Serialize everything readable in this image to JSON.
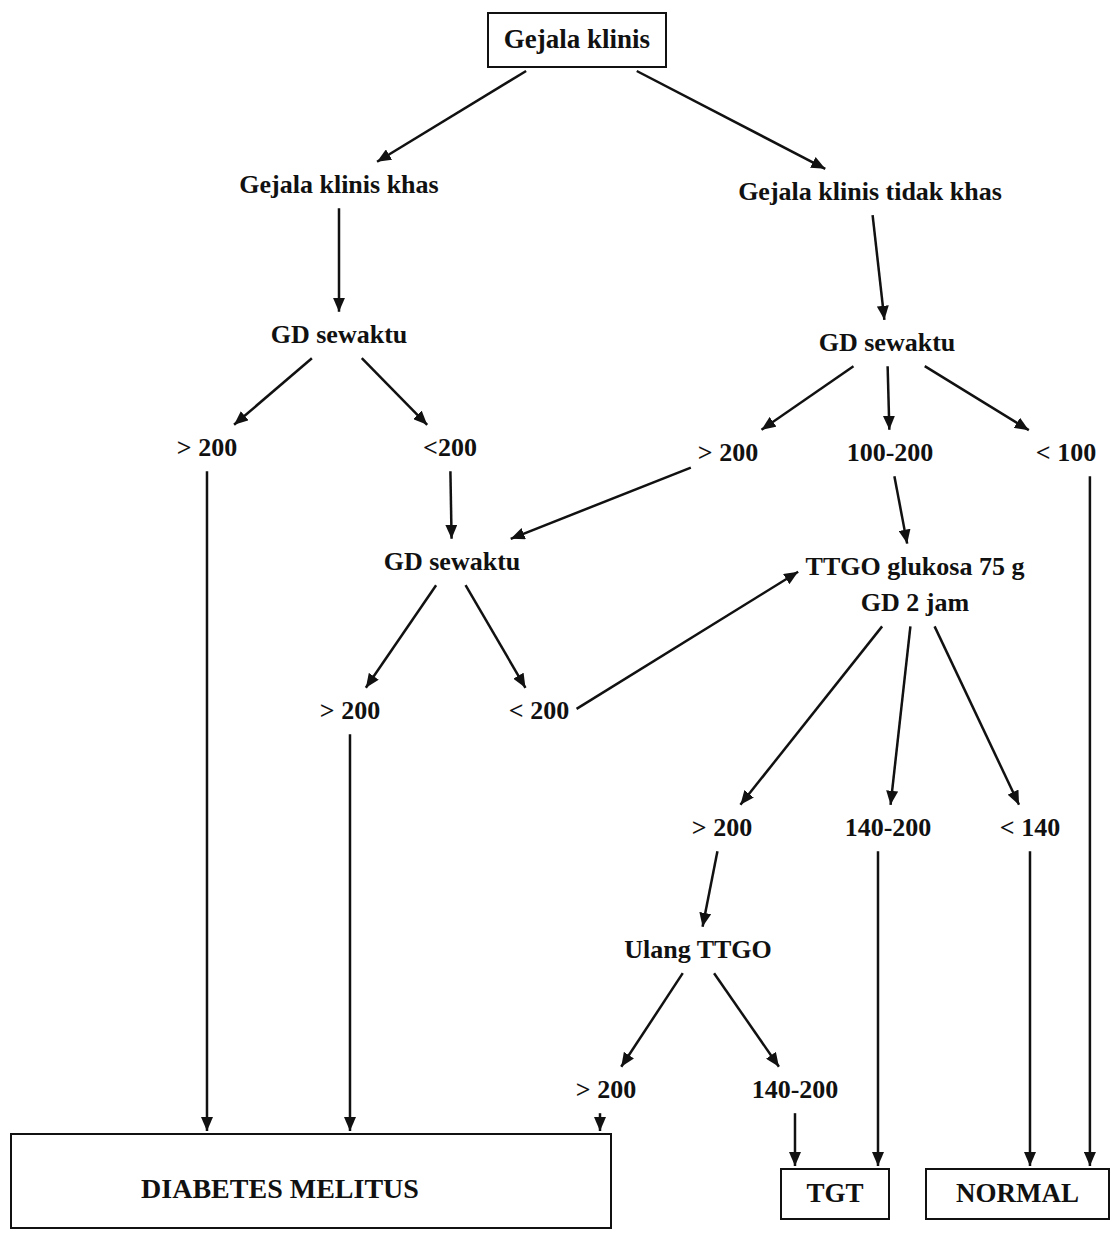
{
  "diagram": {
    "nodes": [
      {
        "text": [
          "Gejala klinis"
        ]
      },
      {
        "text": [
          "Gejala klinis khas"
        ]
      },
      {
        "text": [
          "Gejala klinis tidak khas"
        ]
      },
      {
        "text": [
          "GD sewaktu"
        ]
      },
      {
        "text": [
          "GD sewaktu"
        ]
      },
      {
        "text": [
          "> 200"
        ]
      },
      {
        "text": [
          "<200"
        ]
      },
      {
        "text": [
          "> 200"
        ]
      },
      {
        "text": [
          "100-200"
        ]
      },
      {
        "text": [
          "< 100"
        ]
      },
      {
        "text": [
          "GD sewaktu"
        ]
      },
      {
        "text": [
          "TTGO glukosa 75 g",
          "GD 2 jam"
        ]
      },
      {
        "text": [
          "> 200"
        ]
      },
      {
        "text": [
          "< 200"
        ]
      },
      {
        "text": [
          "> 200"
        ]
      },
      {
        "text": [
          "140-200"
        ]
      },
      {
        "text": [
          "< 140"
        ]
      },
      {
        "text": [
          "Ulang TTGO"
        ]
      },
      {
        "text": [
          "> 200"
        ]
      },
      {
        "text": [
          "140-200"
        ]
      },
      {
        "text": [
          "DIABETES MELITUS"
        ]
      },
      {
        "text": [
          "TGT"
        ]
      },
      {
        "text": [
          "NORMAL"
        ]
      }
    ],
    "edges": [
      {
        "from": 0,
        "to": 1,
        "arrow": "to"
      },
      {
        "from": 0,
        "to": 2,
        "arrow": "to"
      },
      {
        "from": 1,
        "to": 3,
        "arrow": "to"
      },
      {
        "from": 2,
        "to": 4,
        "arrow": "to"
      },
      {
        "from": 3,
        "to": 5,
        "arrow": "to"
      },
      {
        "from": 3,
        "to": 6,
        "arrow": "to"
      },
      {
        "from": 4,
        "to": 7,
        "arrow": "to"
      },
      {
        "from": 4,
        "to": 8,
        "arrow": "to"
      },
      {
        "from": 4,
        "to": 9,
        "arrow": "to"
      },
      {
        "from": 6,
        "to": 10,
        "arrow": "to"
      },
      {
        "from": 7,
        "to": 10,
        "arrow": "to"
      },
      {
        "from": 8,
        "to": 11,
        "arrow": "to"
      },
      {
        "from": 10,
        "to": 12,
        "arrow": "to"
      },
      {
        "from": 10,
        "to": 13,
        "arrow": "to"
      },
      {
        "from": 13,
        "to": 11,
        "arrow": "to"
      },
      {
        "from": 11,
        "to": 14,
        "arrow": "to"
      },
      {
        "from": 11,
        "to": 15,
        "arrow": "to"
      },
      {
        "from": 11,
        "to": 16,
        "arrow": "to"
      },
      {
        "from": 14,
        "to": 17,
        "arrow": "to"
      },
      {
        "from": 17,
        "to": 18,
        "arrow": "to"
      },
      {
        "from": 17,
        "to": 19,
        "arrow": "to"
      },
      {
        "from": 5,
        "to": 20,
        "arrow": "to"
      },
      {
        "from": 12,
        "to": 20,
        "arrow": "to"
      },
      {
        "from": 18,
        "to": 20,
        "arrow": "to"
      },
      {
        "from": 19,
        "to": 21,
        "arrow": "to"
      },
      {
        "from": 15,
        "to": 21,
        "arrow": "to"
      },
      {
        "from": 16,
        "to": 22,
        "arrow": "to"
      },
      {
        "from": 9,
        "to": 22,
        "arrow": "to"
      }
    ]
  }
}
